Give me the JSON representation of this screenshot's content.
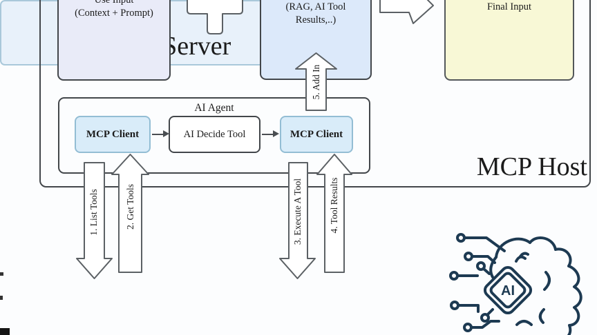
{
  "colors": {
    "pageBg": "#fcfdfe",
    "textColor": "#1b1b1b",
    "boxBorder": "#42464a",
    "arrowOutline": "#5b6064",
    "lavenderFill": "#e9ebf8",
    "ragFill": "#dce9fa",
    "yellowFill": "#f8f8d6",
    "yellowBorder": "#53575a",
    "clientFill": "#d9ecf9",
    "clientBorder": "#93bdd4",
    "serverFill": "#e8f1fa",
    "serverBorder": "#a9c8da",
    "iconNavy": "#1d3a52"
  },
  "host": {
    "label": "MCP Host"
  },
  "top_row": {
    "user_input": {
      "line1": "Use Input",
      "line2": "(Context + Prompt)"
    },
    "rag": {
      "line1": "(RAG, AI Tool",
      "line2": "Results,..)"
    },
    "final_input": {
      "label": "Final Input"
    }
  },
  "agent": {
    "label": "AI Agent",
    "mcp_client_left": "MCP Client",
    "decide_tool": "AI Decide Tool",
    "mcp_client_right": "MCP Client"
  },
  "flow_arrows": {
    "list_tools": "1. List Tools",
    "get_tools": "2. Get Tools",
    "execute_tool": "3. Execute A Tool",
    "tool_results": "4. Tool Results",
    "add_in": "5. Add In"
  },
  "server": {
    "label": "MCP Server"
  },
  "ai_icon": {
    "chip_label": "AI"
  }
}
